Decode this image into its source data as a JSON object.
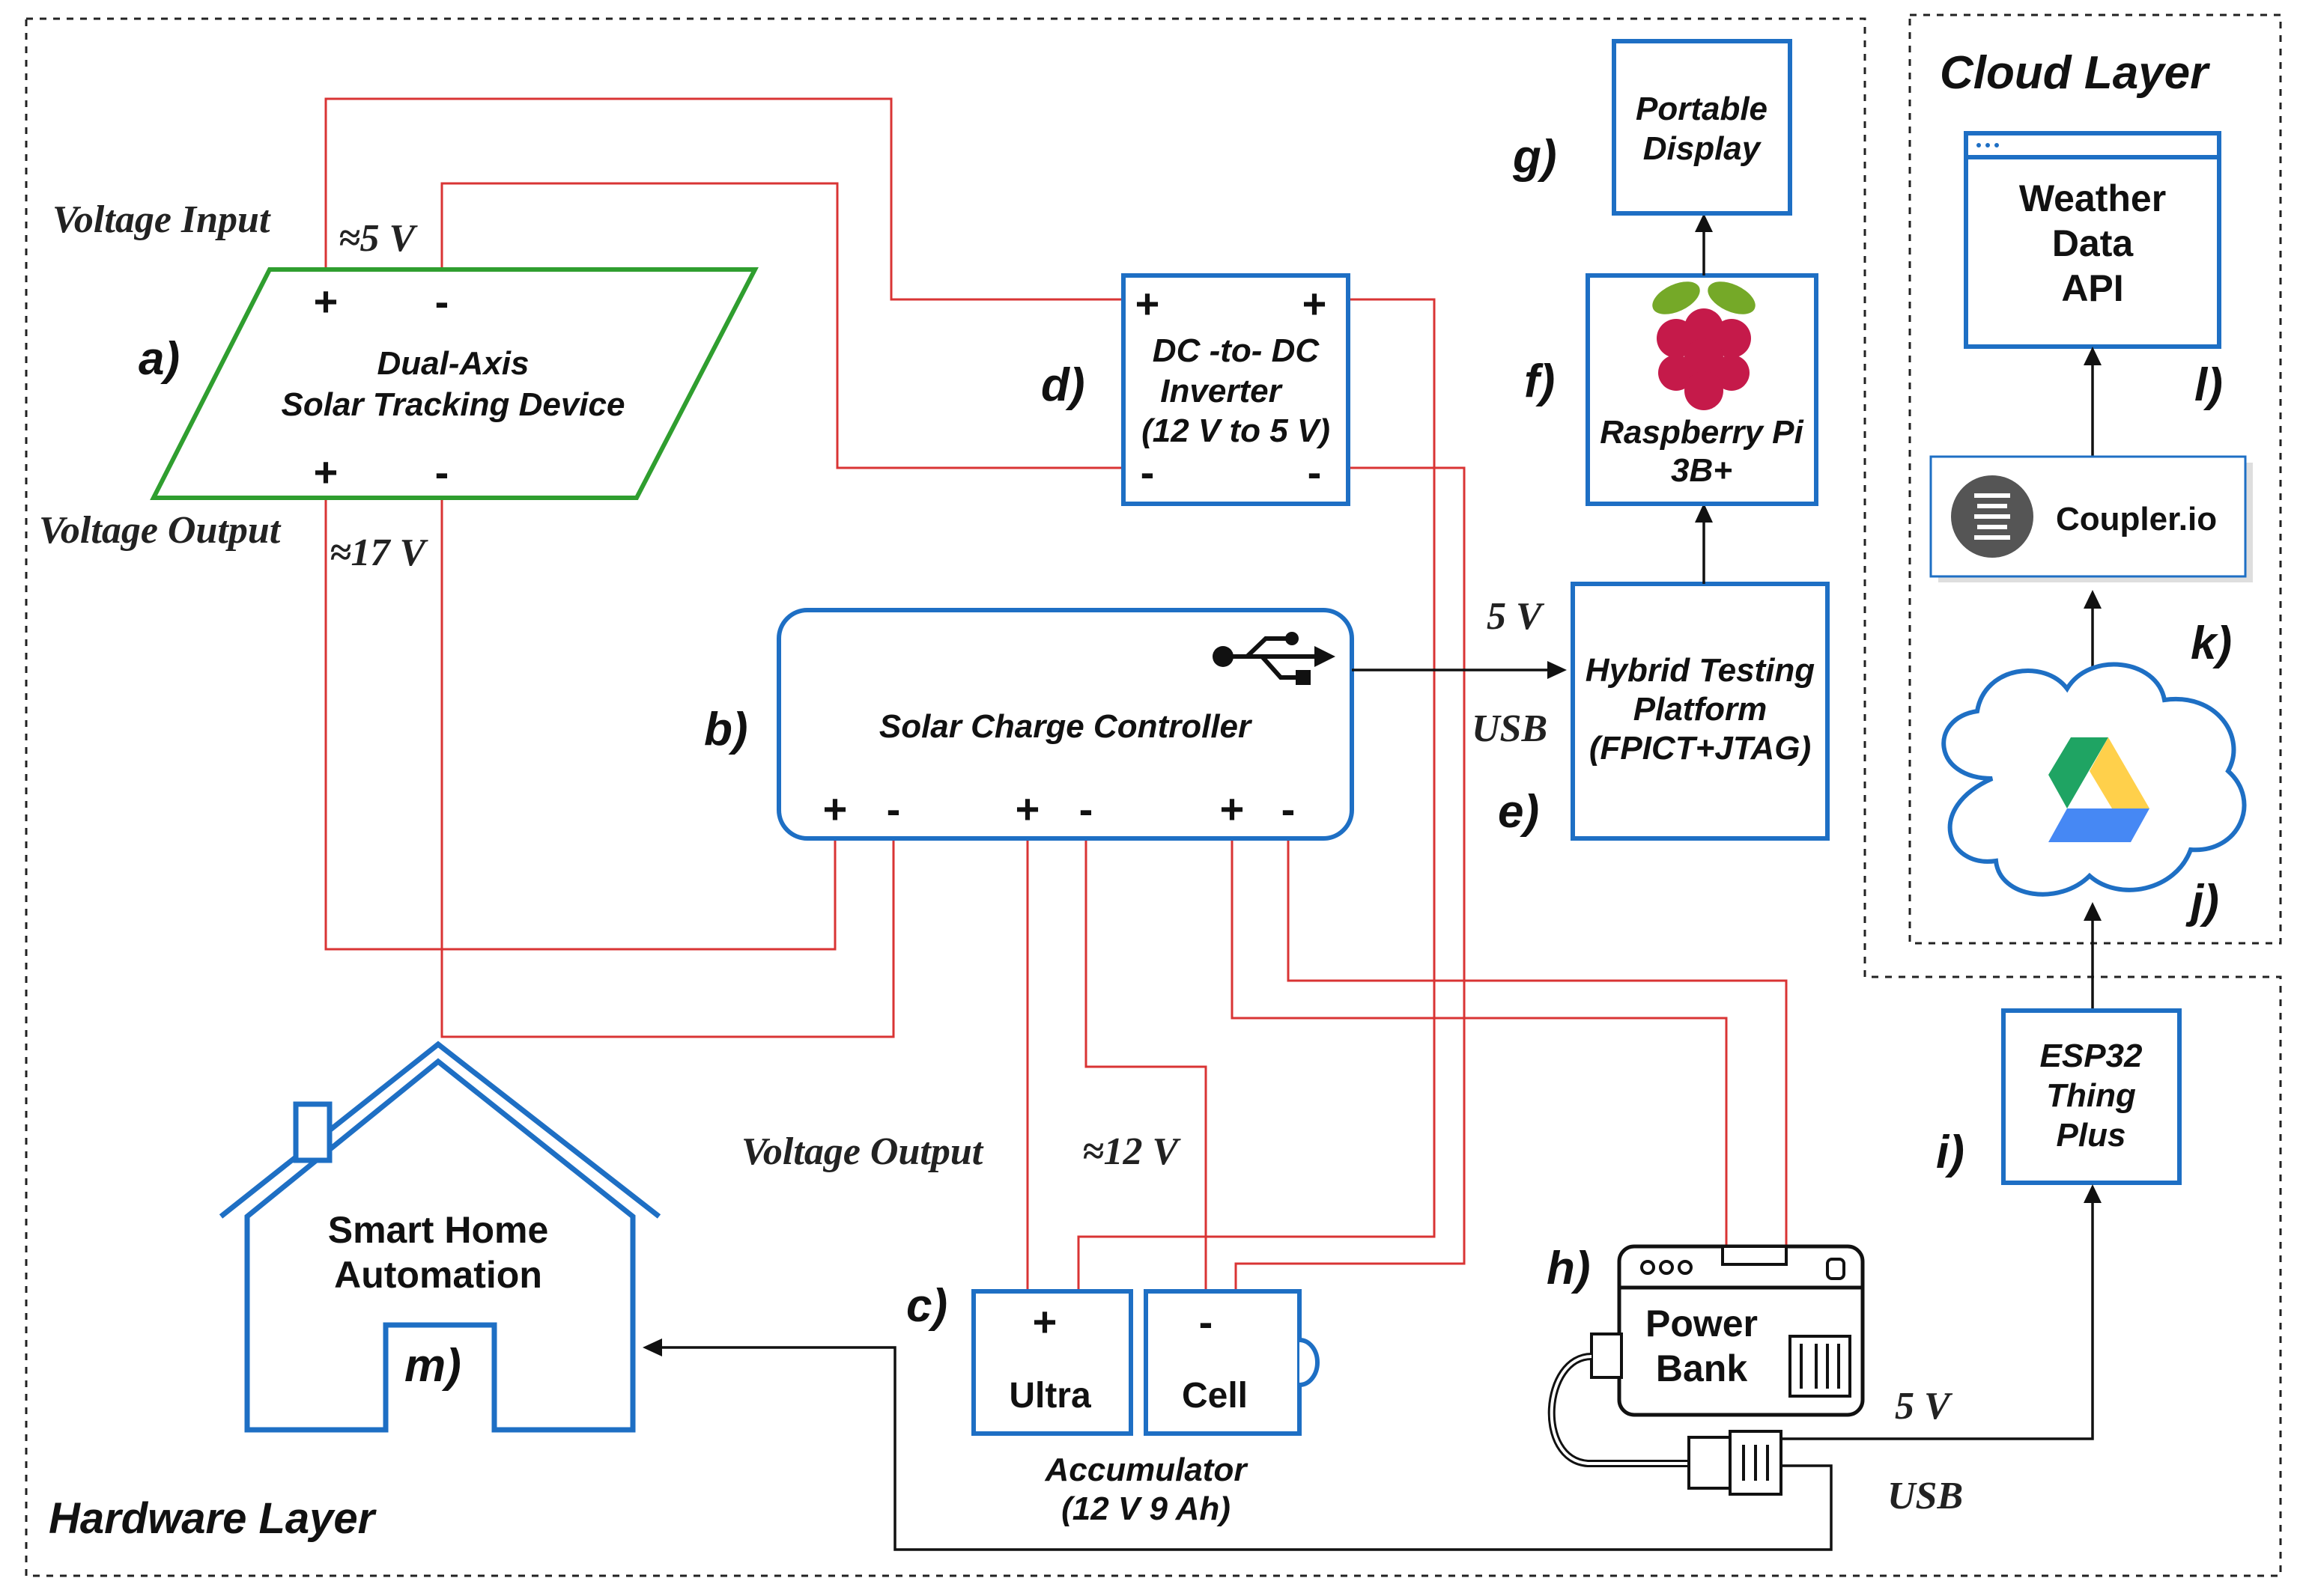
{
  "layers": {
    "hardware": "Hardware Layer",
    "cloud": "Cloud Layer"
  },
  "nodes": {
    "a": {
      "letter": "a)",
      "line1": "Dual-Axis",
      "line2": "Solar Tracking Device",
      "plus": "+",
      "minus": "-"
    },
    "b": {
      "letter": "b)",
      "label": "Solar Charge Controller",
      "plus": "+",
      "minus": "-"
    },
    "c": {
      "letter": "c)",
      "left": "Ultra",
      "right": "Cell",
      "plus": "+",
      "minus": "-",
      "caption1": "Accumulator",
      "caption2": "(12 V 9 Ah)"
    },
    "d": {
      "letter": "d)",
      "line1": "DC -to- DC",
      "line2": "Inverter",
      "line3": "(12 V to 5 V)",
      "plus": "+",
      "minus": "-"
    },
    "e": {
      "letter": "e)",
      "line1": "Hybrid Testing",
      "line2": "Platform",
      "line3": "(FPICT+JTAG)"
    },
    "f": {
      "letter": "f)",
      "line1": "Raspberry Pi",
      "line2": "3B+"
    },
    "g": {
      "letter": "g)",
      "line1": "Portable",
      "line2": "Display"
    },
    "h": {
      "letter": "h)",
      "line1": "Power",
      "line2": "Bank"
    },
    "i": {
      "letter": "i)",
      "line1": "ESP32",
      "line2": "Thing",
      "line3": "Plus"
    },
    "j": {
      "letter": "j)"
    },
    "k": {
      "letter": "k)",
      "label": "Coupler.io"
    },
    "l": {
      "letter": "l)",
      "line1": "Weather",
      "line2": "Data",
      "line3": "API"
    },
    "m": {
      "letter": "m)",
      "line1": "Smart Home",
      "line2": "Automation"
    }
  },
  "annotations": {
    "voltage_input": "Voltage Input",
    "v5_top": "≈5 V",
    "voltage_output_a": "Voltage Output",
    "v17": "≈17 V",
    "voltage_output_c": "Voltage Output",
    "v12": "≈12 V",
    "v5_usb_e": "5 V",
    "usb_e": "USB",
    "v5_esp": "5 V",
    "usb_bottom": "USB"
  },
  "colors": {
    "box_stroke": "#1e6fc4",
    "panel_stroke": "#2f9e2f",
    "wire": "#d93434",
    "pi_red": "#c51a4a",
    "pi_green": "#75a928"
  }
}
